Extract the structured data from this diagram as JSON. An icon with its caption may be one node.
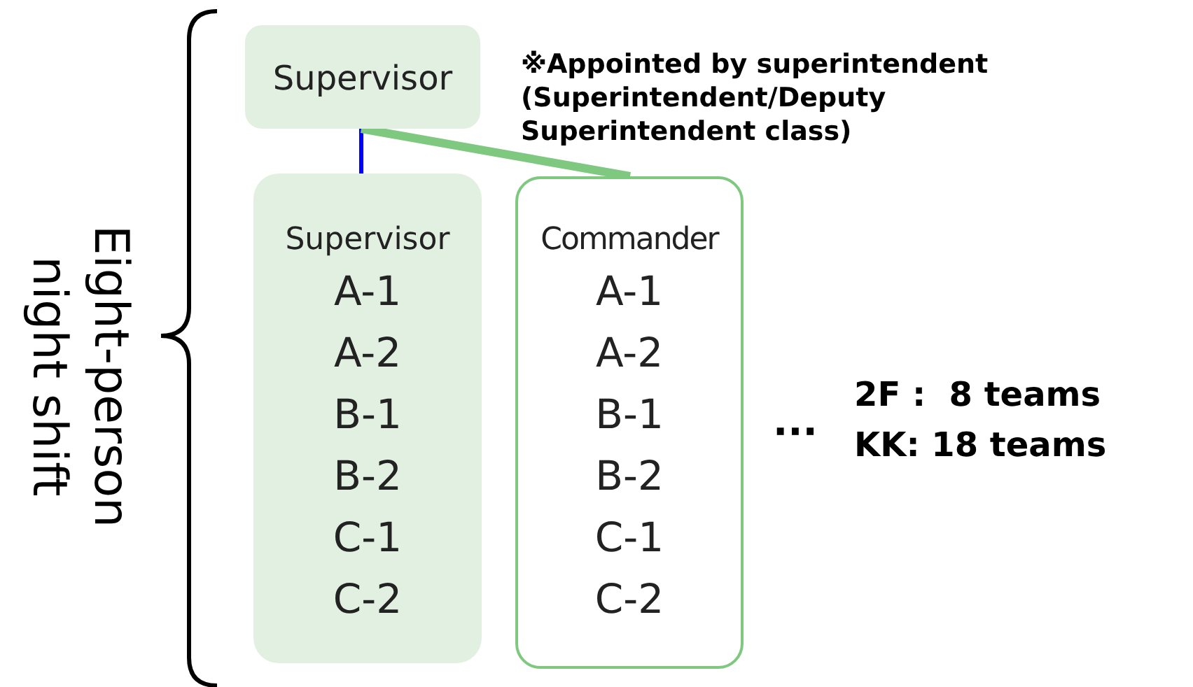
{
  "diagram": {
    "nodes": [
      {
        "text": [
          "Supervisor"
        ]
      },
      {
        "text": [
          "Supervisor",
          "A-1",
          "A-2",
          "B-1",
          "B-2",
          "C-1",
          "C-2"
        ]
      },
      {
        "text": [
          "Commander",
          "A-1",
          "A-2",
          "B-1",
          "B-2",
          "C-1",
          "C-2"
        ]
      }
    ],
    "edges": [
      {
        "from": 0,
        "to": 1,
        "arrow": "none",
        "color": "#0000ff"
      },
      {
        "from": 0,
        "to": 2,
        "arrow": "none",
        "style": "thick",
        "color": "#7fc87f"
      }
    ],
    "labels": [
      "※Appointed by superintendent (Superintendent/Deputy Superintendent class)",
      "Eight-person night shift",
      "···",
      "2F :  8 teams",
      "KK: 18 teams"
    ]
  }
}
